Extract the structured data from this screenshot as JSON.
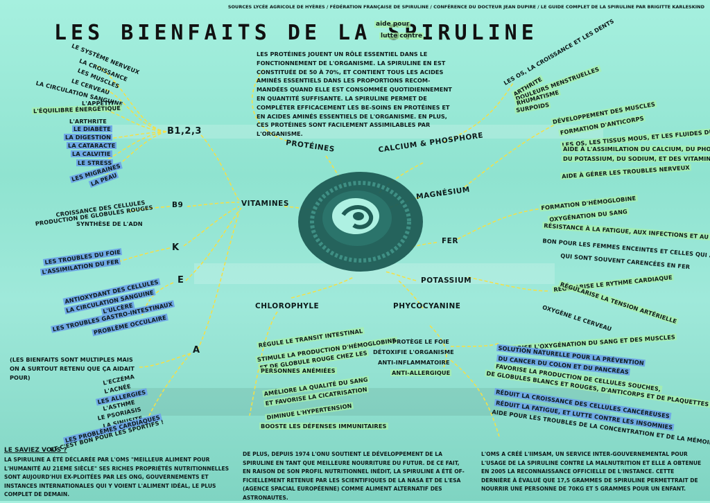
{
  "sources": "SOURCES LYCÉE AGRICOLE DE HYÈRES / FÉDÉRATION FRANÇAISE DE SPIRULINE / CONFÉRENCE DU DOCTEUR JEAN DUPIRE / LE GUIDE COMPLET DE LA SPIRULINE PAR BRIGITTE KARLESKIND",
  "title": "LES BIENFAITS DE LA SPIRULINE",
  "subtitle1": "aide pour",
  "subtitle2": "lutte contre",
  "proteins_text": "LES PROTÉINES JOUENT UN RÔLE ESSENTIEL DANS LE FONCTIONNEMENT DE L'ORGANISME. LA SPIRULINE EN EST CONSTITUÉE DE 50 À 70%, ET CONTIENT TOUS LES ACIDES AMINÉS ESSENTIELS DANS LES PROPORTIONS RECOM-MANDÉES QUAND ELLE EST CONSOMMÉE QUOTIDIENNEMENT EN QUANTITÉ SUFFISANTE. LA SPIRULINE PERMET DE COMPLÉTER EFFICACEMENT LES BE-SOINS EN PROTÉINES ET EN ACIDES AMINÉS ESSENTIELS DE L'ORGANISME. EN PLUS, CES PROTÉINES SONT FACILEMENT ASSIMILABLES PAR L'ORGANISME.",
  "hubs": {
    "proteines": "PROTÉINES",
    "vitamines": "VITAMINES",
    "calcium": "CALCIUM & PHOSPHORE",
    "magnesium": "MAGNÉSIUM",
    "fer": "FER",
    "potassium": "POTASSIUM",
    "chlorophyle": "CHLOROPHYLE",
    "phycocyanine": "PHYCOCYANINE",
    "b123": "B1,2,3",
    "b9": "B9",
    "k": "K",
    "e": "E",
    "a": "A"
  },
  "b123_items": [
    "LE SYSTÈME NERVEUX",
    "LA CROISSANCE",
    "LES MUSCLES",
    "LE CERVEAU",
    "LA CIRCULATION SANGUINE",
    "L'APPÉTIT",
    "L'ÉQUILIBRE ÉNERGÉTIQUE",
    "L'ARTHRITE",
    "LE DIABÈTE",
    "LA DIGESTION",
    "LA CATARACTE",
    "LA CALVITIE",
    "LE STRESS",
    "LES MIGRAINES",
    "LA PEAU"
  ],
  "b9_items": [
    "CROISSANCE DES CELLULES",
    "PRODUCTION DE GLOBULES ROUGES",
    "SYNTHÈSE DE L'ADN"
  ],
  "k_items": [
    "LES TROUBLES DU FOIE",
    "L'ASSIMILATION DU FER"
  ],
  "e_items": [
    "ANTIOXYDANT DES CELLULES",
    "LA CIRCULATION SANGUINE",
    "L'ULCÈRE",
    "LES TROUBLES GASTRO-INTESTINAUX",
    "PROBLÈME OCCULAIRE"
  ],
  "a_note": "(LES BIENFAITS SONT MULTIPLES MAIS ON A SURTOUT RETENU QUE ÇA AIDAIT POUR)",
  "a_items": [
    "L'ECZÉMA",
    "L'ACNÉE",
    "LES ALLERGIES",
    "L'ASTHME",
    "LE PSORIASIS",
    "LA SINUSITE",
    "LES PROBLÈMES CARDIAQUES",
    "ET C'EST BON POUR LES SPORTIFS !"
  ],
  "calcium_items": [
    "LES OS, LA CROISSANCE ET LES DENTS",
    "ARTHRITE",
    "DOULEURS MENSTRUELLES",
    "RHUMATISME",
    "SURPOIDS"
  ],
  "magnesium_items": [
    "DÉVELOPPEMENT DES MUSCLES",
    "FORMATION D'ANTICORPS",
    "LES OS, LES TISSUS MOUS, ET LES FLUIDES DU CORPS",
    "AIDE À L'ASSIMILATION DU CALCIUM, DU PHOSPHORE,",
    "DU POTASSIUM, DU SODIUM, ET DES VITAMINES C, E, B",
    "AIDE À GÉRER LES TROUBLES NERVEUX"
  ],
  "fer_items": [
    "FORMATION D'HÉMOGLOBINE",
    "OXYGÉNATION DU SANG",
    "RÉSISTANCE À LA FATIGUE, AUX INFECTIONS ET AU STRESS",
    "BON POUR LES FEMMES ENCEINTES ET CELLES QUI ALLAITENT",
    "QUI SONT SOUVENT CARENCÉES EN FER"
  ],
  "potassium_items": [
    "RÉGULARISE LE RYTHME CARDIAQUE",
    "RÉGULARISE LA TENSION ARTÉRIELLE",
    "OXYGÈNE LE CERVEAU"
  ],
  "chlorophyle_items": [
    "RÉGULE LE TRANSIT INTESTINAL",
    "STIMULE LA PRODUCTION D'HÉMOGLOBINE",
    "ET DE GLOBULE ROUGE CHEZ LES",
    "PERSONNES ANÉMIÉES",
    "AMÉLIORE LA QUALITÉ DU SANG",
    "ET FAVORISE LA CICATRISATION",
    "DIMINUE L'HYPERTENSION",
    "BOOSTE LES DÉFENSES IMMUNITAIRES"
  ],
  "phyco_left": [
    "PROTÈGE LE FOIE",
    "DÉTOXIFIE L'ORGANISME",
    "ANTI-INFLAMMATOIRE",
    "ANTI-ALLERGIQUE"
  ],
  "phyco_right": [
    "FAVORISE L'OXYGÉNATION DU SANG ET DES MUSCLES",
    "SOLUTION NATURELLE POUR LA PRÉVENTION",
    "DU CANCER DU COLON ET DU PANCRÉAS",
    "FAVORISE LA PRODUCTION DE CELLULES SOUCHES,",
    "DE GLOBULES BLANCS ET ROUGES, D'ANTICORPS ET DE PLAQUETTES",
    "RÉDUIT LA CROISSANCE DES CELLULES CANCÉREUSES",
    "RÉDUIT LA FATIGUE, ET LUTTE CONTRE LES INSOMNIES",
    "AIDE POUR LES TROUBLES DE LA CONCENTRATION ET DE LA MÉMOIRE"
  ],
  "footer": {
    "saviez_title": "LE SAVIEZ VOUS ?",
    "saviez_text": "LA SPIRULINE A ÉTÉ DÉCLARÉE PAR L'OMS \"MEILLEUR ALIMENT POUR L'HUMANITÉ AU 21EME SIÈCLE\" SES RICHES PROPRIÉTÉS NUTRITIONNELLES SONT AUJOURD'HUI EX-PLOITÉES PAR LES ONG, GOUVERNEMENTS ET INSTANCES INTERNATIONALES QUI Y VOIENT L'ALIMENT IDÉAL, LE PLUS COMPLET DE DEMAIN.",
    "middle_text": "DE PLUS, DEPUIS 1974 L'ONU SOUTIENT LE DÉVELOPPEMENT DE LA SPIRULINE EN TANT QUE MEILLEURE NOURRITURE DU FUTUR. DE CE FAIT, EN RAISON DE SON PROFIL NUTRITIONNEL INÉDIT, LA SPIRULINE A ÉTÉ OF-FICIELLEMENT RETENUE PAR LES SCIENTIFIQUES DE LA NASA ET DE L'ESA (AGENCE SPACIAL EUROPÉENNE) COMME ALIMENT ALTERNATIF DES ASTRONAUTES.",
    "right_text": "L'OMS A CRÉÉ L'IIMSAM, UN SERVICE INTER-GOUVERNEMENTAL POUR L'USAGE DE LA SPIRULINE CONTRE LA MALNUTRITION ET ELLE A OBTENUE EN 2005 LA RECONNAISSANCE OFFICIELLE DE L'INSTANCE. CETTE DERNIÈRE À ÉVALUÉ QUE 17,5 GRAMMES DE SPIRULINE PERMETTRAIT DE NOURRIR UNE PERSONNE DE 70KG ET 5 GRAMMES POUR UN ENFANT."
  },
  "colors": {
    "line": "#f2e04a",
    "highlight": "#6fa8e6",
    "spirulina": "#1f5c55"
  }
}
